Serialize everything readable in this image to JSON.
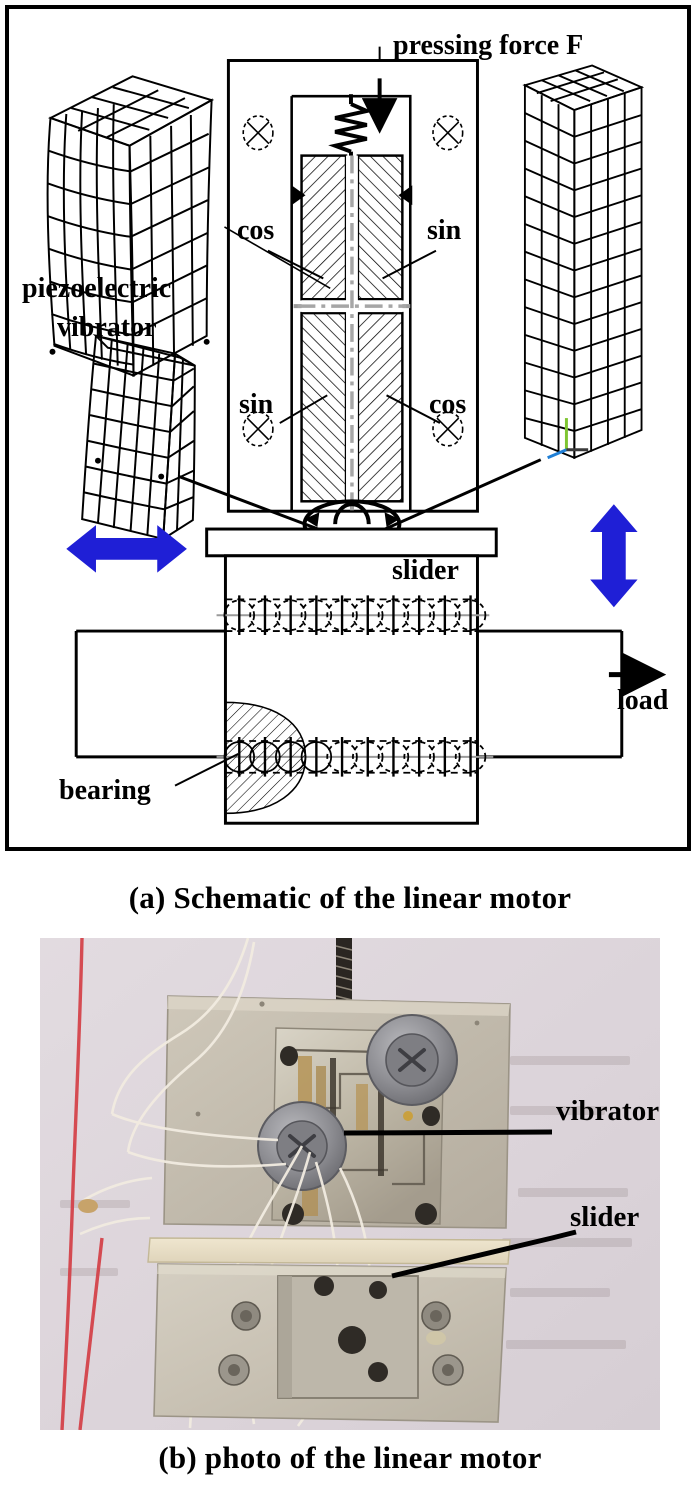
{
  "figure": {
    "captions": {
      "a": "(a) Schematic of the linear motor",
      "b": "(b) photo of the linear motor"
    }
  },
  "schematic": {
    "labels": {
      "pressing_force": "pressing force F",
      "piezoelectric": "piezoelectric",
      "vibrator": "vibrator",
      "cos_top": "cos",
      "sin_top": "sin",
      "sin_bottom": "sin",
      "cos_bottom": "cos",
      "slider": "slider",
      "bearing": "bearing",
      "load": "load"
    },
    "colors": {
      "arrow_blue": "#1f1fd6",
      "line_black": "#000000",
      "hatch": "#000000",
      "background": "#ffffff"
    },
    "motion_arrows": [
      {
        "name": "horizontal-vibration-arrow",
        "orientation": "horizontal",
        "meaning": "first bending mode in-plane"
      },
      {
        "name": "vertical-vibration-arrow",
        "orientation": "vertical",
        "meaning": "longitudinal mode out-of-plane"
      }
    ],
    "mesh_models": {
      "left": "deformed piezoelectric vibrator FEM mesh (two bending mode shapes)",
      "right": "undeformed piezoelectric vibrator FEM mesh (rectangular beam)"
    },
    "elements": {
      "spring": "preload spring",
      "contact_tip": "elliptical trajectory contact point",
      "quadrants": "four hatched piezoelectric quadrants (cos / sin pairs)"
    }
  },
  "photo": {
    "labels": {
      "vibrator": "vibrator",
      "slider": "slider"
    },
    "colors": {
      "paper": "#ddd5da",
      "metal": "#c9c2b4",
      "metal_light": "#ddd8cc",
      "metal_dark": "#9c958a",
      "wire_red": "#d4434a",
      "wire_white": "#efe9e0",
      "screw": "#8d8d90"
    }
  }
}
